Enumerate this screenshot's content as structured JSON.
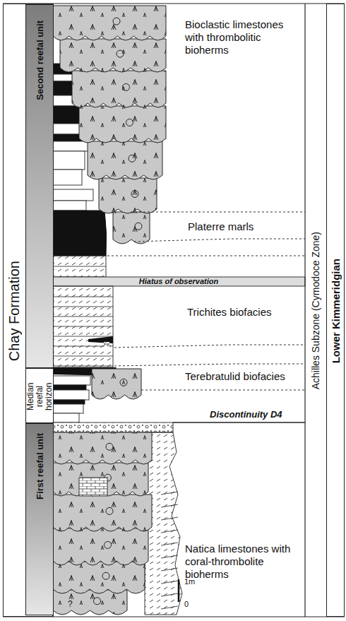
{
  "diagram": {
    "nodes": [
      {
        "text": [
          "Chay Formation"
        ]
      },
      {
        "text": [
          "Second reefal unit"
        ],
        "in": 0
      },
      {
        "text": [
          "Median reefal horizon"
        ],
        "in": 0
      },
      {
        "text": [
          "First reefal unit"
        ],
        "in": 0
      },
      {
        "text": [
          "Hiatus of observation"
        ]
      },
      {
        "text": [
          "Lower Kimmeridgian"
        ]
      }
    ],
    "edges": [],
    "labels": [
      "Bioclastic limestones with thrombolitic bioherms",
      "Platerre marls",
      "Trichites biofacies",
      "Fe",
      "Terebratulid biofacies",
      "Discontinuity D4",
      "Natica limestones with coral-thrombolite bioherms",
      "?",
      "1m",
      "0",
      "Achilles Subzone (Cymodoce Zone)"
    ]
  }
}
